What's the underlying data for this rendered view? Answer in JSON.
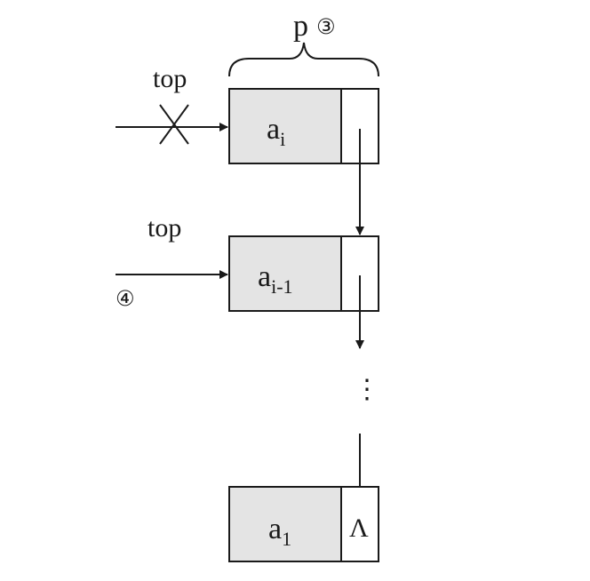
{
  "labels": {
    "p": "p",
    "step3": "③",
    "step4": "④",
    "top_old": "top",
    "top_new": "top",
    "null_symbol": "Λ",
    "ellipsis": "⋮"
  },
  "nodes": [
    {
      "base": "a",
      "sub": "i"
    },
    {
      "base": "a",
      "sub": "i-1"
    },
    {
      "base": "a",
      "sub": "1"
    }
  ]
}
